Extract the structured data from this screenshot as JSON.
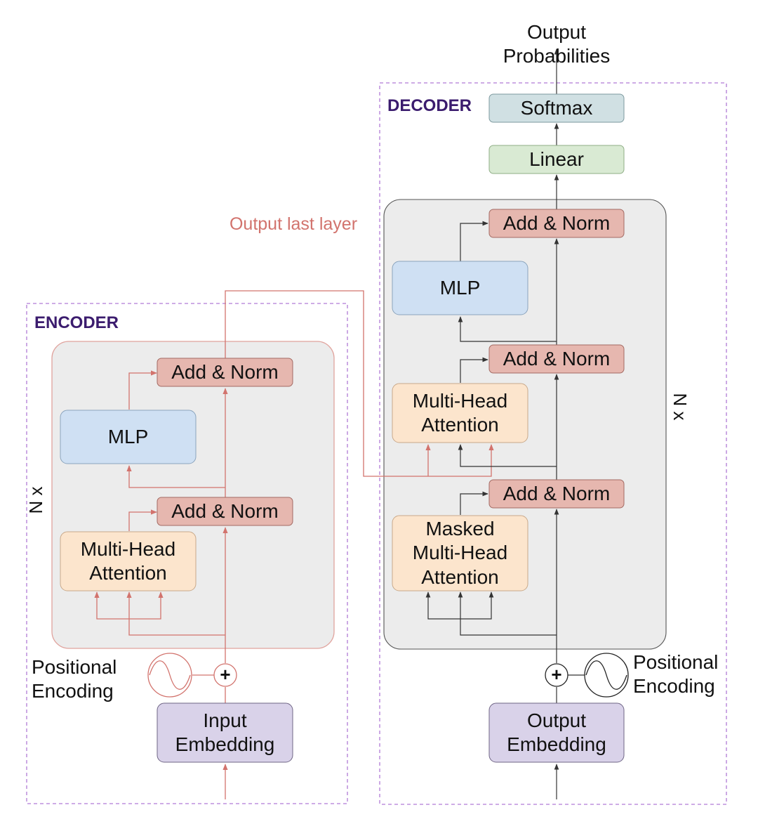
{
  "output": {
    "label": "Output\nProbabilities"
  },
  "output_last_layer": "Output last layer",
  "encoder": {
    "title": "ENCODER",
    "repeat": "N x",
    "add_norm_top": "Add & Norm",
    "mlp": "MLP",
    "add_norm_bottom": "Add & Norm",
    "attention": "Multi-Head\nAttention",
    "positional_encoding": "Positional\nEncoding",
    "plus": "+",
    "embedding": "Input\nEmbedding"
  },
  "decoder": {
    "title": "DECODER",
    "repeat": "N x",
    "softmax": "Softmax",
    "linear": "Linear",
    "add_norm_top": "Add & Norm",
    "mlp": "MLP",
    "add_norm_middle": "Add & Norm",
    "cross_attention": "Multi-Head\nAttention",
    "add_norm_bottom": "Add & Norm",
    "masked_attention": "Masked\nMulti-Head\nAttention",
    "positional_encoding": "Positional\nEncoding",
    "plus": "+",
    "embedding": "Output\nEmbedding"
  },
  "colors": {
    "add_norm": "#e6b7af",
    "mlp": "#cfe0f3",
    "attention": "#fce5cd",
    "embedding": "#d9d2e9",
    "softmax": "#d0e0e3",
    "linear": "#d9ead3",
    "layer_bg": "#ececec",
    "frame": "#b07bd6",
    "encoder_wire": "#d2736d",
    "decoder_wire": "#333333"
  }
}
